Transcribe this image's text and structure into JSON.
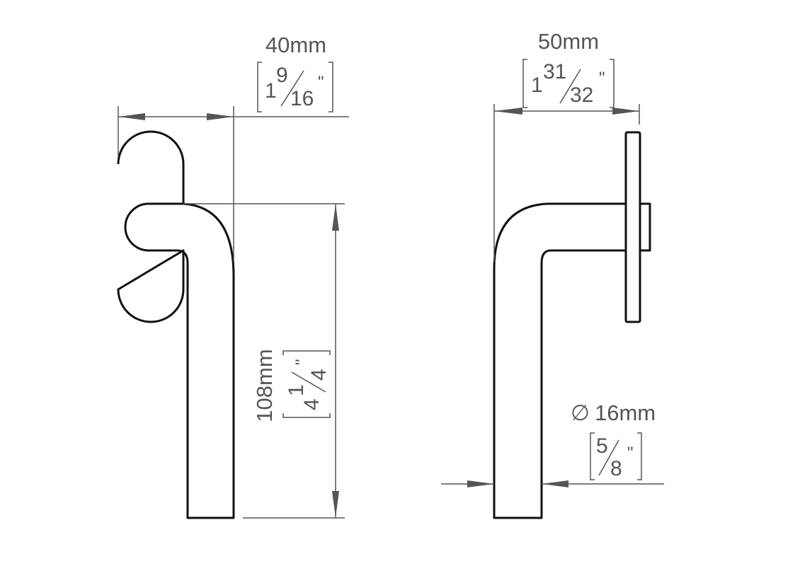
{
  "left_view": {
    "width_mm": "40mm",
    "width_in_whole": "1",
    "width_in_num": "9",
    "width_in_den": "16",
    "height_mm": "108mm",
    "height_in_whole": "4",
    "height_in_num": "1",
    "height_in_den": "4",
    "inch_mark": "\""
  },
  "right_view": {
    "width_mm": "50mm",
    "width_in_whole": "1",
    "width_in_num": "31",
    "width_in_den": "32",
    "diameter_symbol": "∅",
    "diameter_mm": "16mm",
    "diameter_in_num": "5",
    "diameter_in_den": "8",
    "inch_mark": "\""
  }
}
